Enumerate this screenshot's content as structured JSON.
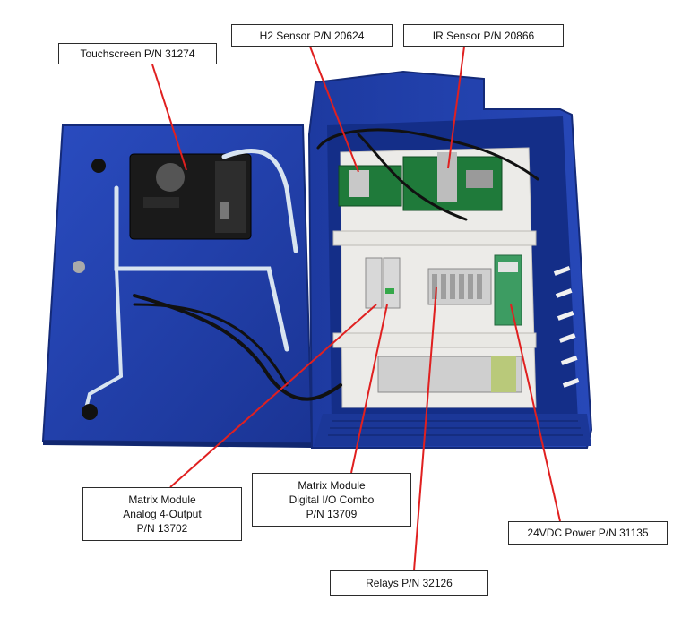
{
  "labels": {
    "touchscreen": "Touchscreen P/N 31274",
    "h2_sensor": "H2 Sensor P/N 20624",
    "ir_sensor": "IR Sensor P/N 20866",
    "analog": [
      "Matrix Module",
      "Analog 4-Output",
      "P/N 13702"
    ],
    "digital": [
      "Matrix Module",
      "Digital I/O Combo",
      "P/N 13709"
    ],
    "power": "24VDC Power P/N 31135",
    "relays": "Relays P/N 32126"
  },
  "colors": {
    "enclosure_blue": "#1f3fa8",
    "leader_red": "#e02020",
    "panel_white": "#ecebe8"
  }
}
